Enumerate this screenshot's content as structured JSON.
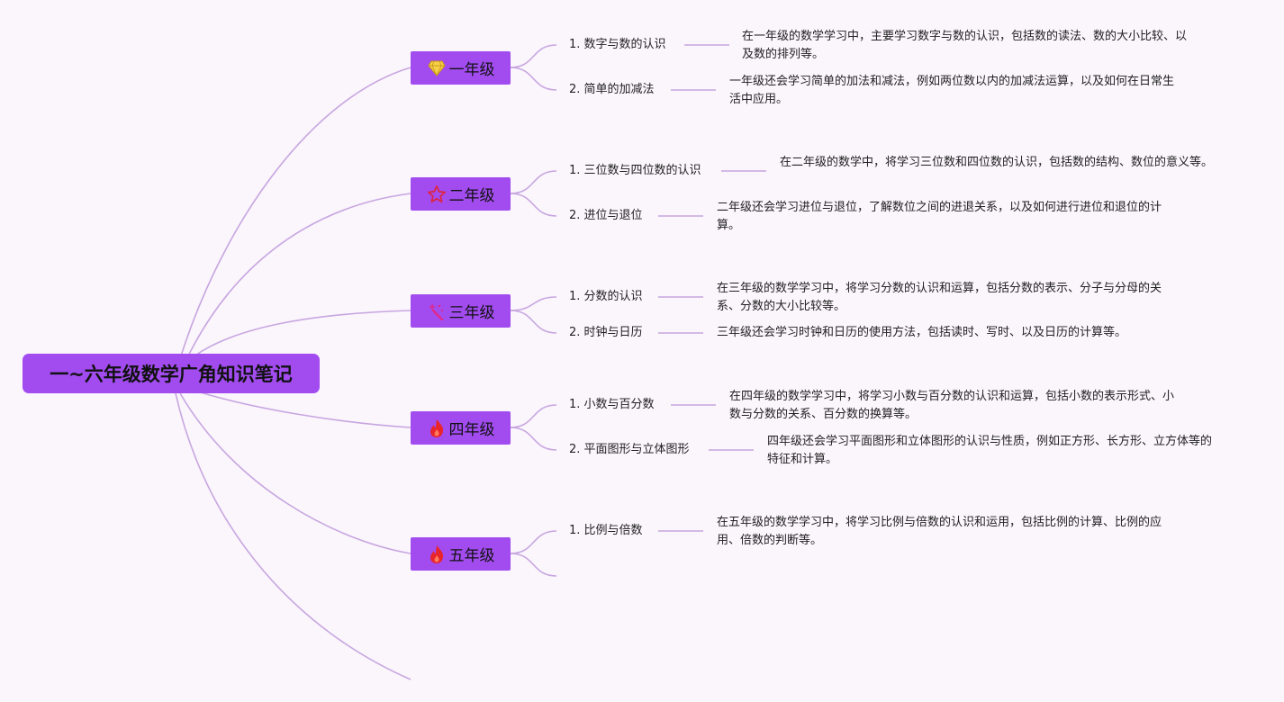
{
  "root": {
    "title": "一~六年级数学广角知识笔记"
  },
  "colors": {
    "background": "#fbf5fc",
    "node_fill": "#a24cf0",
    "connector": "#c7a6e0"
  },
  "grades": [
    {
      "label": "一年级",
      "icon": "gem-icon",
      "topics": [
        {
          "label": "1. 数字与数的认识",
          "note": "在一年级的数学学习中，主要学习数字与数的认识，包括数的读法、数的大小比较、以及数的排列等。"
        },
        {
          "label": "2. 简单的加减法",
          "note": "一年级还会学习简单的加法和减法，例如两位数以内的加减法运算，以及如何在日常生活中应用。"
        }
      ]
    },
    {
      "label": "二年级",
      "icon": "star-icon",
      "topics": [
        {
          "label": "1. 三位数与四位数的认识",
          "note": "在二年级的数学中，将学习三位数和四位数的认识，包括数的结构、数位的意义等。"
        },
        {
          "label": "2. 进位与退位",
          "note": "二年级还会学习进位与退位，了解数位之间的进退关系，以及如何进行进位和退位的计算。"
        }
      ]
    },
    {
      "label": "三年级",
      "icon": "magic-wand-icon",
      "topics": [
        {
          "label": "1. 分数的认识",
          "note": "在三年级的数学学习中，将学习分数的认识和运算，包括分数的表示、分子与分母的关系、分数的大小比较等。"
        },
        {
          "label": "2. 时钟与日历",
          "note": "三年级还会学习时钟和日历的使用方法，包括读时、写时、以及日历的计算等。"
        }
      ]
    },
    {
      "label": "四年级",
      "icon": "fire-icon",
      "topics": [
        {
          "label": "1. 小数与百分数",
          "note": "在四年级的数学学习中，将学习小数与百分数的认识和运算，包括小数的表示形式、小数与分数的关系、百分数的换算等。"
        },
        {
          "label": "2. 平面图形与立体图形",
          "note": "四年级还会学习平面图形和立体图形的认识与性质，例如正方形、长方形、立方体等的特征和计算。"
        }
      ]
    },
    {
      "label": "五年级",
      "icon": "fire-icon",
      "topics": [
        {
          "label": "1. 比例与倍数",
          "note": "在五年级的数学学习中，将学习比例与倍数的认识和运用，包括比例的计算、比例的应用、倍数的判断等。"
        }
      ]
    }
  ]
}
